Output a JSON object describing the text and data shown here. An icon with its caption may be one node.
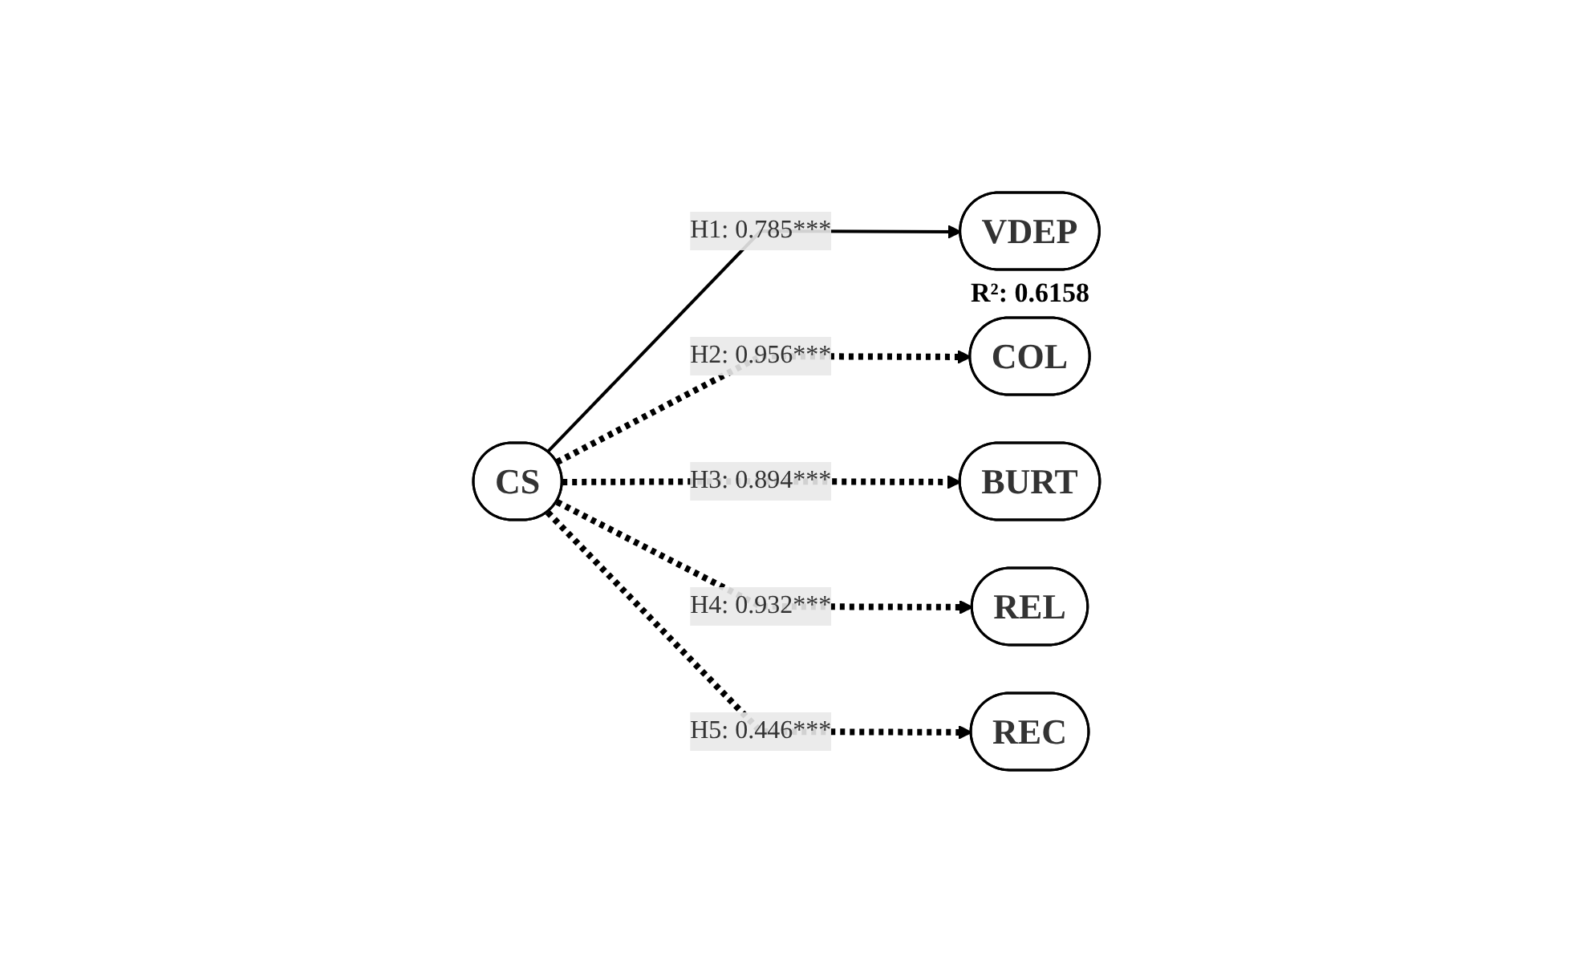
{
  "diagram": {
    "nodes": [
      {
        "text": [
          "COL"
        ]
      },
      {
        "text": [
          "BURT"
        ]
      },
      {
        "text": [
          "REL"
        ]
      },
      {
        "text": [
          "REC"
        ]
      },
      {
        "text": [
          "CS"
        ]
      },
      {
        "text": [
          "VDEP"
        ],
        "beside": [
          "R²: 0.6158"
        ]
      }
    ],
    "edges": [
      {
        "from": 4,
        "to": 5,
        "arrow": "to",
        "label": "H1: 0.785***"
      },
      {
        "from": 4,
        "to": 0,
        "arrow": "to",
        "label": "H2: 0.956***",
        "style": "dashed"
      },
      {
        "from": 4,
        "to": 1,
        "arrow": "to",
        "label": "H3: 0.894***",
        "style": "dashed"
      },
      {
        "from": 4,
        "to": 2,
        "arrow": "to",
        "label": "H4: 0.932***",
        "style": "dashed"
      },
      {
        "from": 4,
        "to": 3,
        "arrow": "to",
        "label": "H5: 0.446***",
        "style": "dashed"
      }
    ]
  }
}
